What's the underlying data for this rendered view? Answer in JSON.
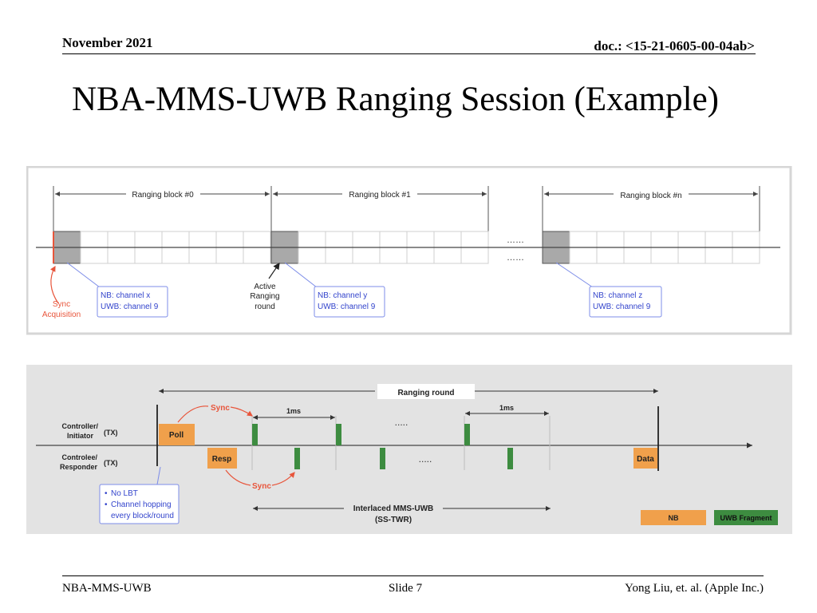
{
  "header": {
    "date": "November 2021",
    "doc": "doc.: <15-21-0605-00-04ab>"
  },
  "title": "NBA-MMS-UWB Ranging Session (Example)",
  "footer": {
    "left": "NBA-MMS-UWB",
    "center": "Slide 7",
    "right": "Yong Liu, et. al. (Apple Inc.)"
  },
  "figure_top": {
    "blocks": [
      "Ranging block #0",
      "Ranging block #1",
      "Ranging block #n"
    ],
    "dots": "……",
    "sync_label_line1": "Sync",
    "sync_label_line2": "Acquisition",
    "active_line1": "Active",
    "active_line2": "Ranging",
    "active_line3": "round",
    "callouts": [
      {
        "nb": "NB: channel x",
        "uwb": "UWB: channel 9"
      },
      {
        "nb": "NB: channel y",
        "uwb": "UWB: channel 9"
      },
      {
        "nb": "NB: channel z",
        "uwb": "UWB: channel 9"
      }
    ]
  },
  "figure_bottom": {
    "ranging_round": "Ranging round",
    "controller_line1": "Controller/",
    "controller_line2": "Initiator",
    "controlee_line1": "Controlee/",
    "controlee_line2": "Responder",
    "tx": "(TX)",
    "poll": "Poll",
    "resp": "Resp",
    "data": "Data",
    "sync": "Sync",
    "one_ms": "1ms",
    "dots": ".....",
    "interlaced_line1": "Interlaced MMS-UWB",
    "interlaced_line2": "(SS-TWR)",
    "notes": [
      "No LBT",
      "Channel hopping",
      "every block/round"
    ],
    "legend_nb": "NB",
    "legend_uwb": "UWB Fragment",
    "colors": {
      "nb": "#F0A04B",
      "uwb": "#3D8C40",
      "sync": "#E8553B",
      "callout": "#7C8CE8"
    }
  }
}
